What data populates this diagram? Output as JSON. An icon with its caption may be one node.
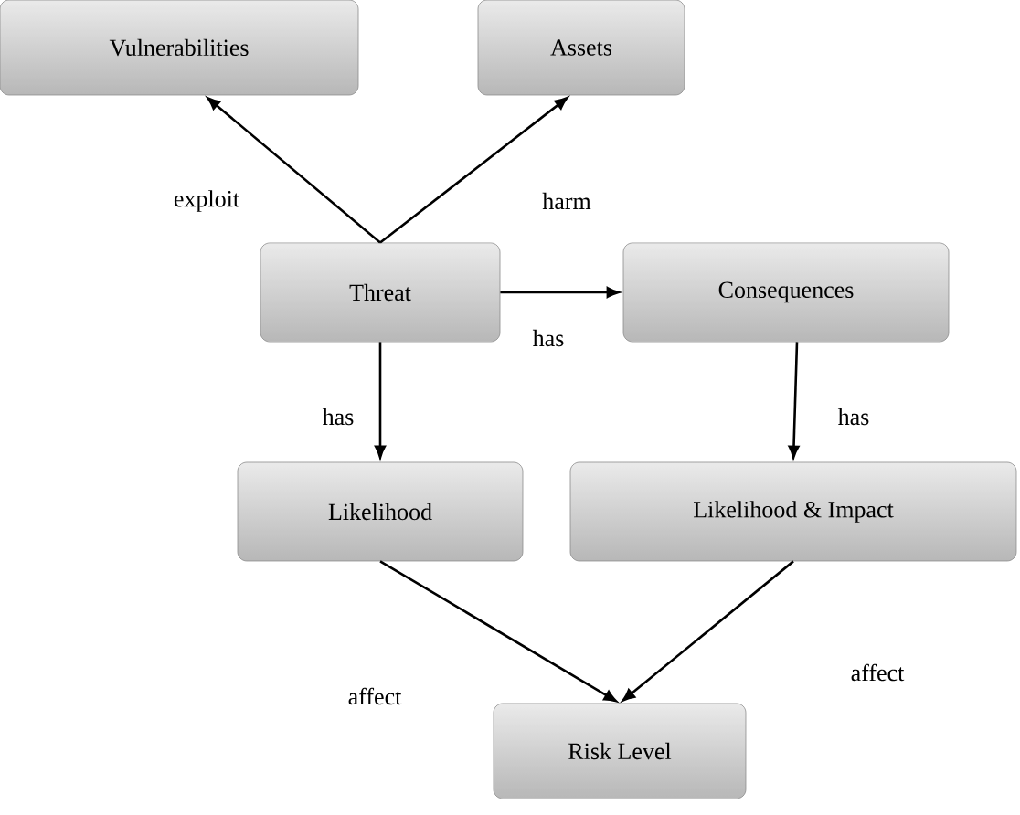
{
  "diagram": {
    "nodes": [
      {
        "text": [
          "Vulnerabilities"
        ]
      },
      {
        "text": [
          "Assets"
        ]
      },
      {
        "text": [
          "Threat"
        ]
      },
      {
        "text": [
          "Consequences"
        ]
      },
      {
        "text": [
          "Likelihood"
        ]
      },
      {
        "text": [
          "Likelihood & Impact"
        ]
      },
      {
        "text": [
          "Risk Level"
        ]
      }
    ],
    "edges": [
      {
        "from": 2,
        "to": 0,
        "arrow": "to",
        "label": "exploit"
      },
      {
        "from": 2,
        "to": 1,
        "arrow": "to",
        "label": "harm"
      },
      {
        "from": 2,
        "to": 3,
        "arrow": "to",
        "label": "has"
      },
      {
        "from": 2,
        "to": 4,
        "arrow": "to",
        "label": "has"
      },
      {
        "from": 3,
        "to": 5,
        "arrow": "to",
        "label": "has"
      },
      {
        "from": 4,
        "to": 6,
        "arrow": "to",
        "label": "affect"
      },
      {
        "from": 5,
        "to": 6,
        "arrow": "to",
        "label": "affect"
      }
    ]
  }
}
